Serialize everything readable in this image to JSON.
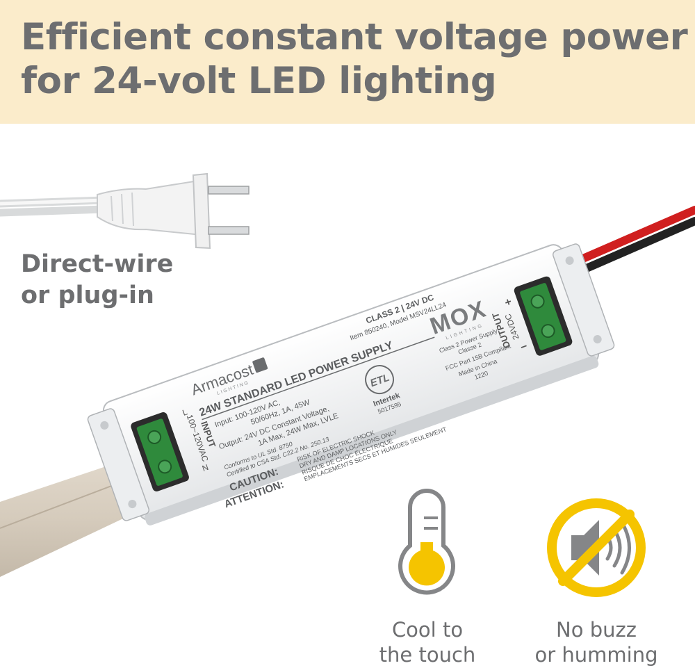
{
  "headline": {
    "line1": "Efficient constant voltage power",
    "line2": "for 24-volt LED lighting"
  },
  "plug_caption": {
    "line1": "Direct-wire",
    "line2": "or plug-in"
  },
  "features": [
    {
      "icon": "thermometer-icon",
      "line1": "Cool to",
      "line2": "the touch"
    },
    {
      "icon": "no-sound-icon",
      "line1": "No buzz",
      "line2": "or humming"
    }
  ],
  "device": {
    "brand": "Armacost",
    "brand_sub": "LIGHTING",
    "title": "24W STANDARD LED POWER SUPPLY",
    "class_line": "CLASS 2 | 24V DC",
    "item_line": "Item 850240, Model MSV24LL24",
    "input_line1": "Input: 100-120V AC,",
    "input_line2": "50/60Hz, 1A, 45W",
    "output_line1": "Output: 24V DC Constant Voltage,",
    "output_line2": "1A Max, 24W Max, LVLE",
    "conforms_line": "Conforms to UL Std. 8750",
    "certified_line": "Certified to CSA Std. C22.2 No. 250.13",
    "caution_label": "CAUTION:",
    "caution_line1": "RISK OF ELECTRIC SHOCK",
    "caution_line2": "DRY AND DAMP LOCATIONS ONLY",
    "attention_label": "ATTENTION:",
    "attention_line1": "RISQUE DE CHOC ÉLECTRIQUE",
    "attention_line2": "EMPLACEMENTS SECS ET HUMIDES SEULEMENT",
    "mox_logo": "MOX",
    "mox_sub": "LIGHTING",
    "class2_line1": "Class 2 Power Supply",
    "class2_line2": "Classe 2",
    "fcc_line": "FCC Part 15B Compliant",
    "made_line": "Made in China",
    "date_code": "1220",
    "intertek": "Intertek",
    "intertek_num": "5017595",
    "etl_mark": "ETL",
    "input_label": "INPUT",
    "input_voltage": "100~120VAC",
    "input_l": "L",
    "input_n": "N",
    "output_label": "OUTPUT",
    "output_voltage": "24VDC",
    "output_plus": "+",
    "output_minus": "−"
  },
  "colors": {
    "banner": "#fbeccb",
    "heading_text": "#6d6e70",
    "icon_yellow": "#f5c400",
    "icon_gray": "#858688"
  }
}
